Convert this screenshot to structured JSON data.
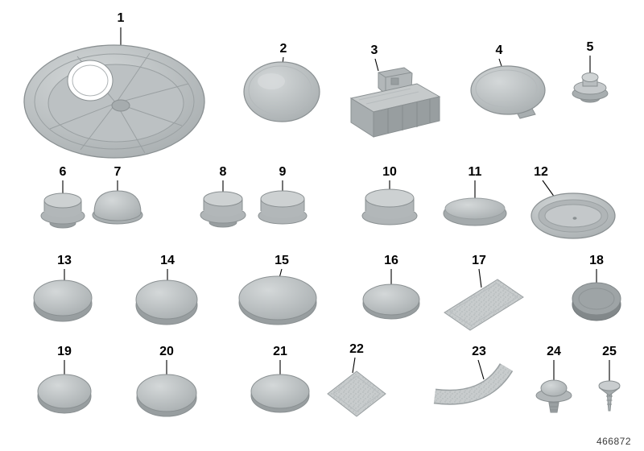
{
  "diagram": {
    "doc_number": "466872",
    "palette": {
      "part_light": "#ced2d3",
      "part_mid": "#b2b7b9",
      "part_dark": "#989ea0",
      "outline": "#8a9092",
      "leader_line": "#000000",
      "background": "#ffffff",
      "label_color": "#000000"
    },
    "parts": [
      {
        "label": "1",
        "name": "large-cover-disc"
      },
      {
        "label": "2",
        "name": "round-cover-cap"
      },
      {
        "label": "3",
        "name": "support-block"
      },
      {
        "label": "4",
        "name": "oval-cap"
      },
      {
        "label": "5",
        "name": "dome-grommet"
      },
      {
        "label": "6",
        "name": "cylindrical-plug"
      },
      {
        "label": "7",
        "name": "dome-plug"
      },
      {
        "label": "8",
        "name": "cylindrical-plug"
      },
      {
        "label": "9",
        "name": "cylindrical-plug"
      },
      {
        "label": "10",
        "name": "cylindrical-plug"
      },
      {
        "label": "11",
        "name": "flat-round-cap"
      },
      {
        "label": "12",
        "name": "oval-grommet"
      },
      {
        "label": "13",
        "name": "round-cap"
      },
      {
        "label": "14",
        "name": "round-cap"
      },
      {
        "label": "15",
        "name": "large-round-cap"
      },
      {
        "label": "16",
        "name": "flat-disc-cap"
      },
      {
        "label": "17",
        "name": "adhesive-patch"
      },
      {
        "label": "18",
        "name": "dark-round-plug"
      },
      {
        "label": "19",
        "name": "round-cap"
      },
      {
        "label": "20",
        "name": "round-cap"
      },
      {
        "label": "21",
        "name": "round-cap"
      },
      {
        "label": "22",
        "name": "diamond-adhesive-patch"
      },
      {
        "label": "23",
        "name": "curved-adhesive-strip"
      },
      {
        "label": "24",
        "name": "grommet-pin"
      },
      {
        "label": "25",
        "name": "expanding-rivet"
      }
    ]
  }
}
